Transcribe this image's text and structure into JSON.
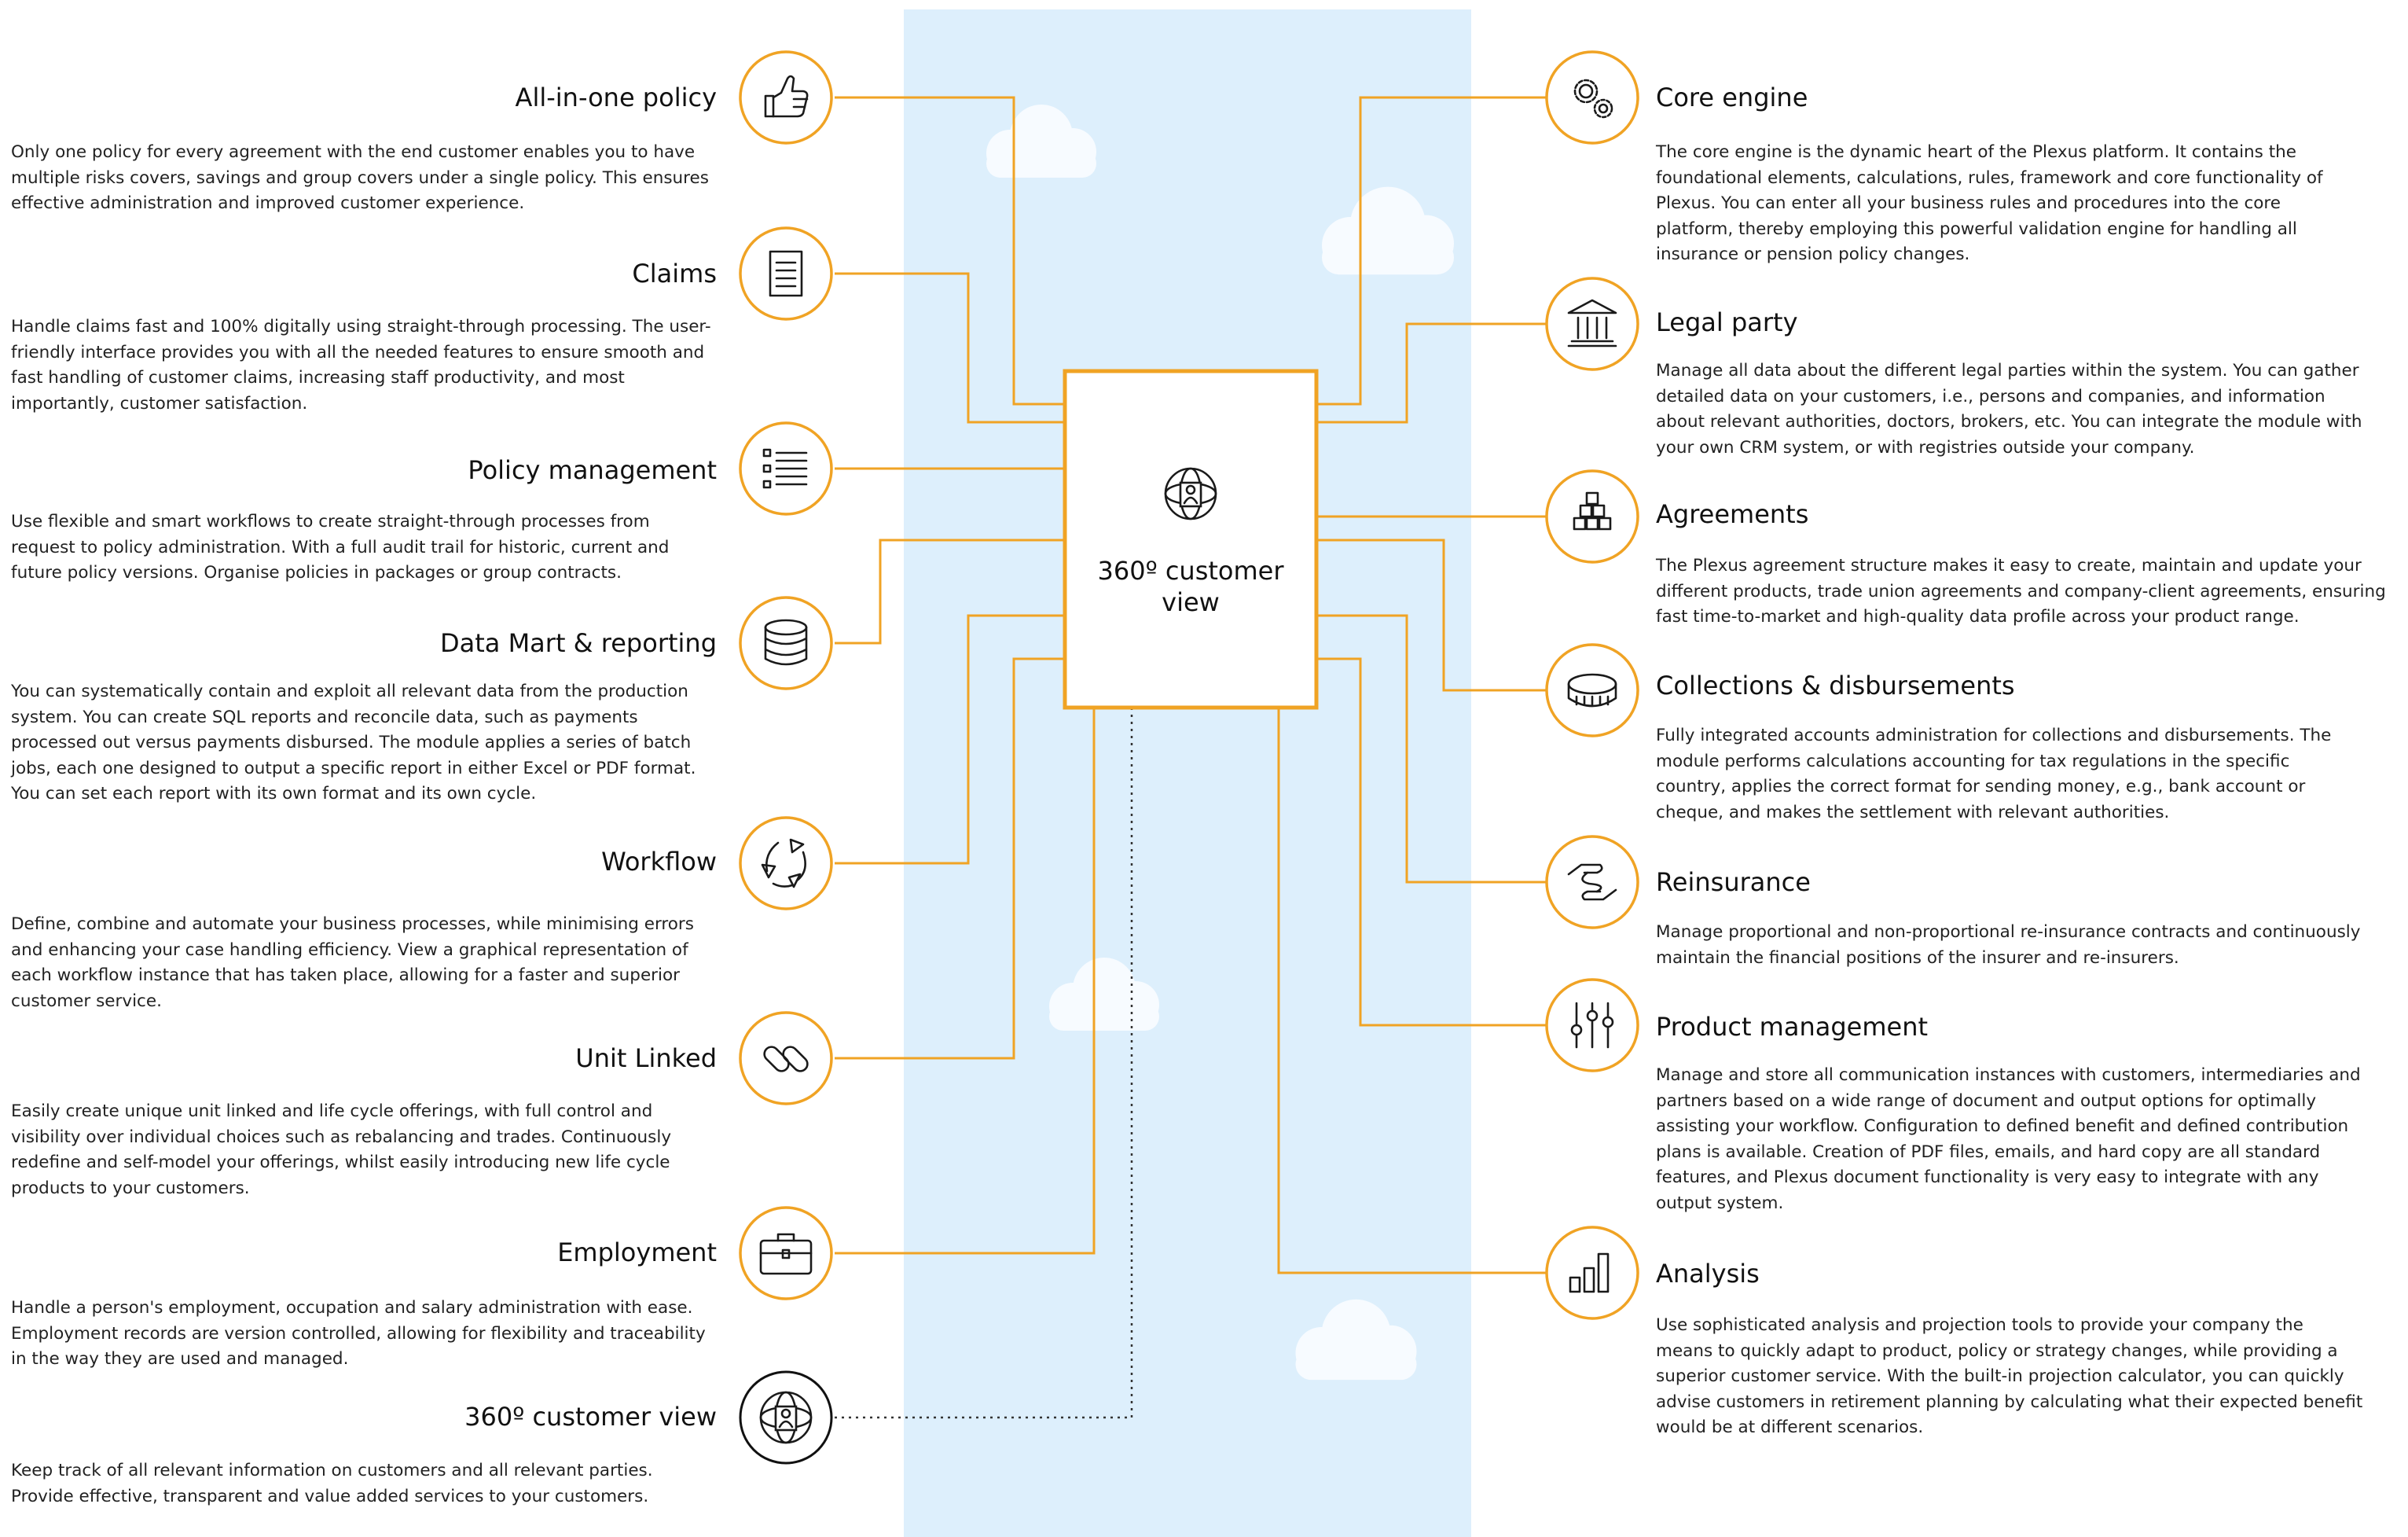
{
  "colors": {
    "accent": "#F0A324",
    "band": "#DDEFFC",
    "cloud": "#F7FBFF",
    "stroke": "#1a1a1a",
    "text": "#222222"
  },
  "center": {
    "title": "360º customer view",
    "icon": "globe-person-icon"
  },
  "left_modules": [
    {
      "title": "All-in-one policy",
      "icon": "thumbs-up-icon",
      "description": "Only one policy for every agreement with the end customer enables you to have multiple risks covers, savings and group covers under a single policy. This ensures effective administration and improved customer experience."
    },
    {
      "title": "Claims",
      "icon": "document-icon",
      "description": "Handle claims fast and 100% digitally using straight-through processing. The user-friendly interface provides you with all the needed features to ensure smooth and fast handling of customer claims, increasing staff productivity, and most importantly, customer satisfaction."
    },
    {
      "title": "Policy management",
      "icon": "list-icon",
      "description": "Use flexible and smart workflows to create straight-through processes from request to policy administration. With a full audit trail for historic, current and future policy versions. Organise policies in packages or group contracts."
    },
    {
      "title": "Data Mart & reporting",
      "icon": "database-icon",
      "description": "You can systematically contain and exploit all relevant data from the production system. You can create SQL reports and reconcile data, such as payments processed out versus payments disbursed. The module applies a series of batch jobs, each one designed to output a specific report in either Excel or PDF format. You can set each report with its own format and its own cycle."
    },
    {
      "title": "Workflow",
      "icon": "cycle-arrows-icon",
      "description": "Define, combine and automate your business processes, while minimising errors and enhancing your case handling efficiency. View a graphical representation of each workflow instance that has taken place, allowing for a faster and superior customer service."
    },
    {
      "title": "Unit Linked",
      "icon": "chain-link-icon",
      "description": "Easily create unique unit linked and life cycle offerings, with full control and visibility over individual choices such as rebalancing and trades. Continuously redefine and self-model your offerings, whilst easily introducing new life cycle products to your customers."
    },
    {
      "title": "Employment",
      "icon": "briefcase-icon",
      "description": "Handle a person's employment, occupation and salary administration with ease. Employment records are version controlled, allowing for flexibility and traceability in the way they are used and managed."
    },
    {
      "title": "360º customer view",
      "icon": "globe-person-icon",
      "description": "Keep track of all relevant information on customers and all relevant parties. Provide effective, transparent and value added services to your customers."
    }
  ],
  "right_modules": [
    {
      "title": "Core engine",
      "icon": "gears-icon",
      "description": "The core engine is the dynamic heart of the Plexus platform. It contains the foundational elements, calculations, rules, framework and core functionality of Plexus. You can enter all your business rules and procedures into the core platform, thereby employing this powerful validation engine for handling all insurance or pension policy changes."
    },
    {
      "title": "Legal party",
      "icon": "bank-building-icon",
      "description": "Manage all data about the different legal parties within the system. You can gather detailed data on your customers, i.e., persons and companies, and information about relevant authorities, doctors, brokers, etc. You can integrate the module with your own CRM system, or with registries outside your company."
    },
    {
      "title": "Agreements",
      "icon": "stacked-boxes-icon",
      "description": "The Plexus agreement structure makes it easy to create, maintain and update your different products, trade union agreements and company-client agreements, ensuring fast time-to-market and high-quality data profile across your product range."
    },
    {
      "title": "Collections & disbursements",
      "icon": "coin-icon",
      "description": "Fully integrated accounts administration for collections and disbursements. The module performs calculations accounting for tax regulations in the specific country, applies the correct format for sending money, e.g., bank account or cheque, and makes the settlement with relevant authorities."
    },
    {
      "title": "Reinsurance",
      "icon": "hands-icon",
      "description": "Manage proportional and non-proportional re-insurance contracts and continuously maintain the financial positions of the insurer and re-insurers."
    },
    {
      "title": "Product management",
      "icon": "sliders-icon",
      "description": "Manage and store all communication instances with customers, intermediaries and partners based on a wide range of document and output options for optimally assisting your workflow. Configuration to defined benefit and defined contribution plans is available. Creation of PDF files, emails, and hard copy are all standard features, and Plexus document functionality is very easy to integrate with any output system."
    },
    {
      "title": "Analysis",
      "icon": "bar-chart-icon",
      "description": "Use sophisticated analysis and projection tools to provide your company the means to quickly adapt to product, policy or strategy changes, while providing a superior customer service. With the built-in projection calculator, you can quickly advise customers in retirement planning by calculating what their expected benefit would be at different scenarios."
    }
  ]
}
